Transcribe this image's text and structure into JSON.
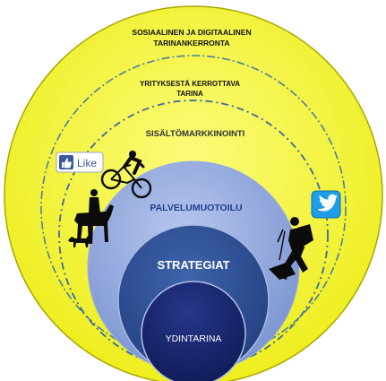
{
  "rings": {
    "outer_line1": "SOSIAALINEN JA DIGITAALINEN",
    "outer_line2": "TARINANKERRONTA",
    "second_line1": "YRITYKSESTÄ KERROTTAVA",
    "second_line2": "TARINA",
    "third": "SISÄLTÖMARKKINOINTI",
    "fourth": "PALVELUMUOTOILU",
    "fifth": "STRATEGIAT",
    "core": "YDINTARINA"
  },
  "badges": {
    "like_label": "Like"
  },
  "icons": [
    "thumbs-up-icon",
    "cyclist-icon",
    "horse-rider-icon",
    "dog-icon",
    "twitter-bird-icon",
    "hiker-icon"
  ],
  "colors": {
    "outer_fill": "#f5f53c",
    "outer_stroke": "#a8a800",
    "second_fill": "#f0f044",
    "third_fill": "#f3f35a",
    "fourth_fill": "#8fa6dc",
    "fifth_fill": "#2d4e92",
    "core_fill": "#17246b",
    "dash_line": "#3a6aa0",
    "dashdot_line": "#4a7fa0",
    "label_blue": "#1f3f8f"
  }
}
